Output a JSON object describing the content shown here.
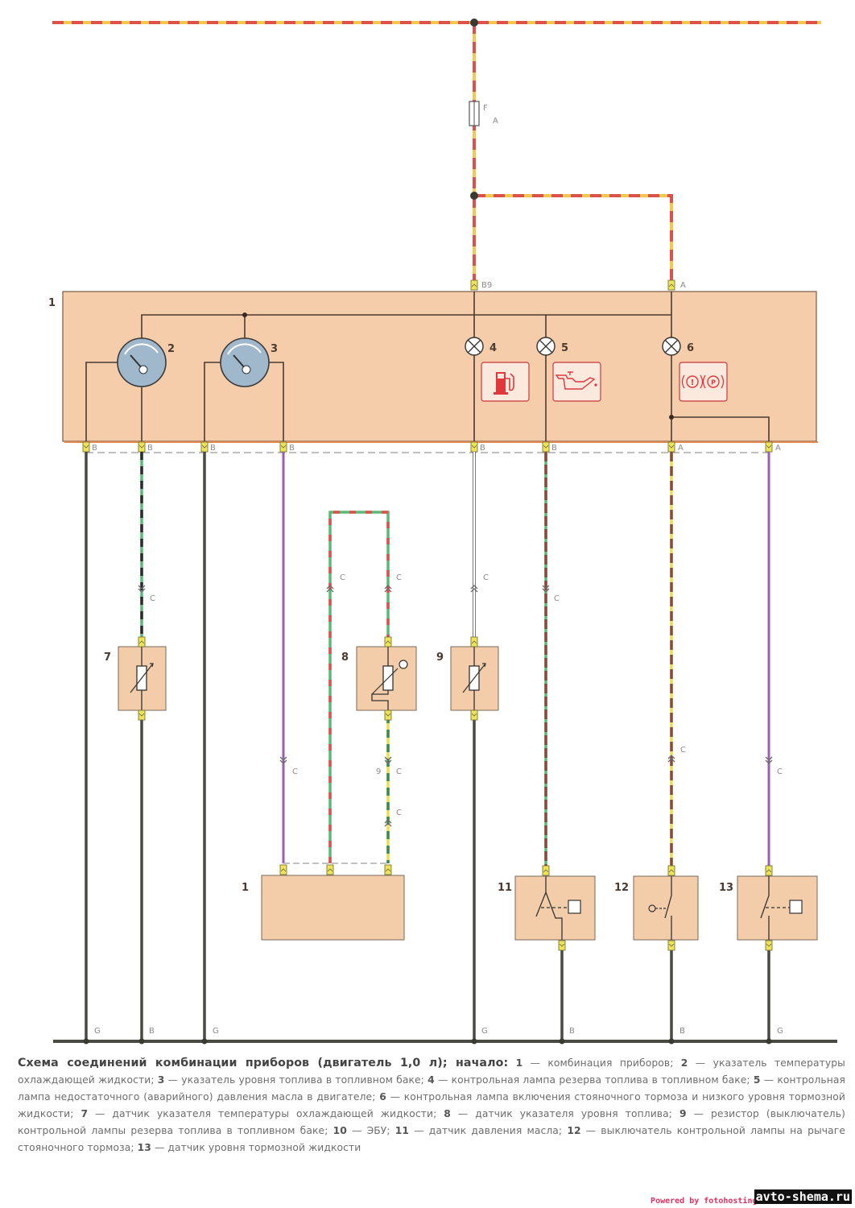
{
  "diagram": {
    "fuse": {
      "label": "F",
      "rating": "A"
    },
    "connector_labels": {
      "b9": "B9",
      "a_top": "A",
      "pin_b": "B",
      "pin_a": "A",
      "c": "C",
      "g": "G",
      "nine": "9"
    },
    "components": {
      "c1": "1",
      "c2": "2",
      "c3": "3",
      "c4": "4",
      "c5": "5",
      "c6": "6",
      "c7": "7",
      "c8": "8",
      "c9": "9",
      "c10": "1",
      "c11": "11",
      "c12": "12",
      "c13": "13"
    },
    "ground_labels": [
      "G",
      "B",
      "G",
      "G",
      "B",
      "B",
      "G"
    ],
    "wire_colors": {
      "power": "#e0504a",
      "power_stripe": "#f2c94c",
      "ground": "#4a4a44",
      "violet": "#9a5fb0",
      "green": "#5cb87a",
      "yellow": "#e8df55",
      "white": "#cfcfcf",
      "brown": "#8a4a3a",
      "cluster_fill": "#f6cdaa",
      "sensor_fill": "#f3cda9",
      "gauge_fill": "#9fb8cc",
      "warning_red": "#e0383a"
    }
  },
  "caption": {
    "title": "Схема соединений комбинации приборов (двигатель 1,0 л); начало:",
    "items": [
      {
        "n": "1",
        "text": "комбинация приборов;"
      },
      {
        "n": "2",
        "text": "указатель температуры охлаждающей жидкости;"
      },
      {
        "n": "3",
        "text": "указатель уровня топлива в топливном баке;"
      },
      {
        "n": "4",
        "text": "контрольная лампа резерва топлива в топливном баке;"
      },
      {
        "n": "5",
        "text": "контрольная лампа недостаточного (аварийного) давления масла в двигателе;"
      },
      {
        "n": "6",
        "text": "контрольная лампа включения стояночного тормоза и низкого уровня тормозной жидкости;"
      },
      {
        "n": "7",
        "text": "датчик указателя температуры охлаждающей жидкости;"
      },
      {
        "n": "8",
        "text": "датчик указателя уровня топлива;"
      },
      {
        "n": "9",
        "text": "резистор (выключатель) контрольной лампы резерва топлива в топливном баке;"
      },
      {
        "n": "10",
        "text": "ЭБУ;"
      },
      {
        "n": "11",
        "text": "датчик давления масла;"
      },
      {
        "n": "12",
        "text": "выключатель контрольной лампы на рычаге стояночного тормоза;"
      },
      {
        "n": "13",
        "text": "датчик уровня тормозной жидкости"
      }
    ]
  },
  "watermark": {
    "powered": "Powered by fotohosting.ru",
    "site": "avto-shema.ru"
  }
}
